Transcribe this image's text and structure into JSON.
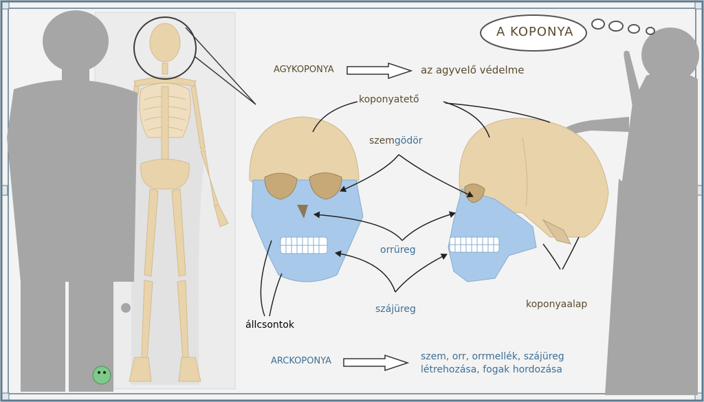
{
  "title": "A KOPONYA",
  "agykoponya": {
    "label": "AGYKOPONYA",
    "function": "az agyvelő védelme"
  },
  "arckoponya": {
    "label": "ARCKOPONYA",
    "function_line1": "szem, orr, orrmellék, szájüreg",
    "function_line2": "létrehozása, fogak hordozása"
  },
  "labels": {
    "koponyateto": "koponyatető",
    "szemgodor_a": "szem",
    "szemgodor_b": "gödör",
    "orrureg": "orrüreg",
    "szajureg": "szájüreg",
    "allcsontok": "állcsontok",
    "koponyaalap": "koponyaalap"
  },
  "colors": {
    "brain_skull": "#e8d3ab",
    "face_skull": "#a9c9ea",
    "silhouette": "#a6a6a6",
    "label_dark": "#5a4a2e",
    "label_blue": "#3d6f96",
    "frame": "#5d7a8c"
  }
}
